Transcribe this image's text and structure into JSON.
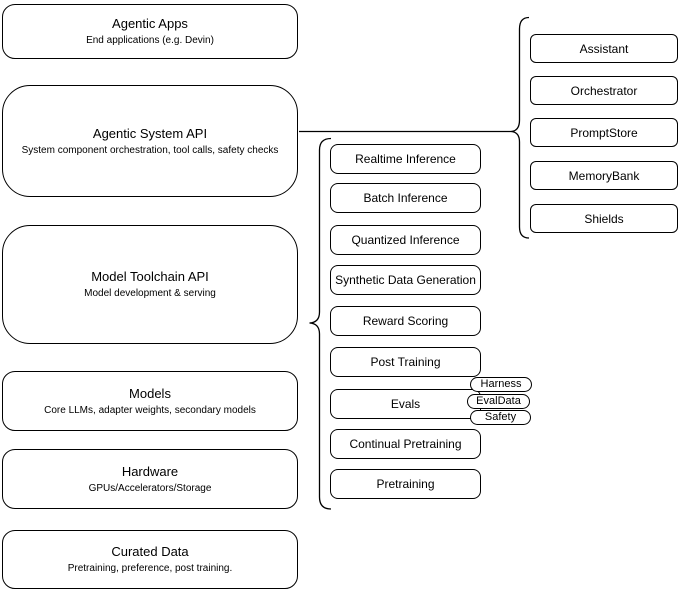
{
  "left_stack": [
    {
      "title": "Agentic Apps",
      "subtitle": "End applications (e.g. Devin)"
    },
    {
      "title": "Agentic System API",
      "subtitle": "System component orchestration, tool calls, safety checks"
    },
    {
      "title": "Model Toolchain API",
      "subtitle": "Model development & serving"
    },
    {
      "title": "Models",
      "subtitle": "Core LLMs, adapter weights, secondary models"
    },
    {
      "title": "Hardware",
      "subtitle": "GPUs/Accelerators/Storage"
    },
    {
      "title": "Curated Data",
      "subtitle": "Pretraining, preference, post training."
    }
  ],
  "toolchain_items": [
    "Realtime Inference",
    "Batch Inference",
    "Quantized Inference",
    "Synthetic Data Generation",
    "Reward Scoring",
    "Post Training",
    "Evals",
    "Continual Pretraining",
    "Pretraining"
  ],
  "eval_tags": [
    "Harness",
    "EvalData",
    "Safety"
  ],
  "system_components": [
    "Assistant",
    "Orchestrator",
    "PromptStore",
    "MemoryBank",
    "Shields"
  ],
  "colors": {
    "stroke": "#000000",
    "fill": "#ffffff",
    "background": "#ffffff",
    "text": "#000000"
  }
}
